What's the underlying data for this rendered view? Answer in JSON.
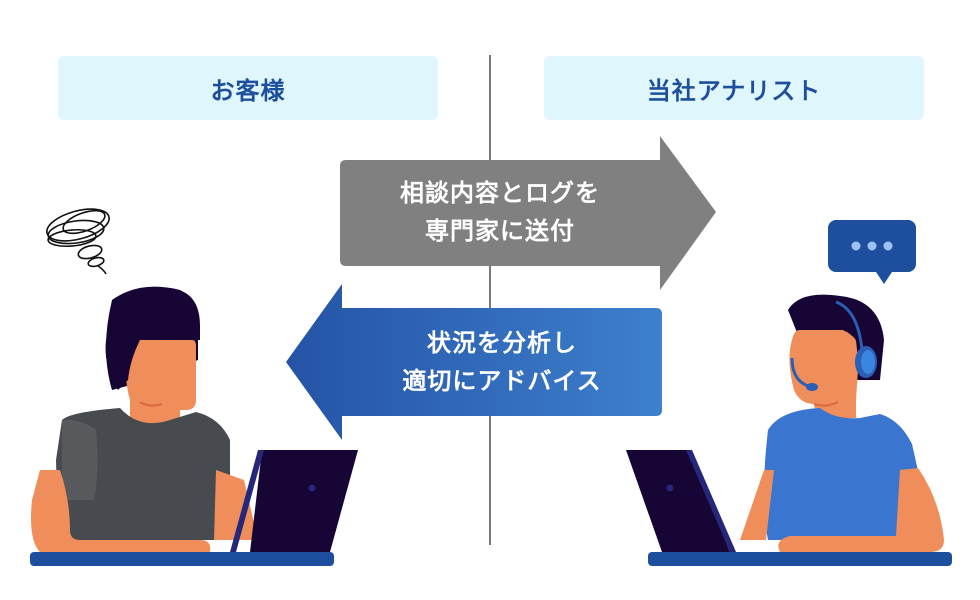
{
  "headers": {
    "left": "お客様",
    "right": "当社アナリスト"
  },
  "arrows": {
    "send": {
      "direction": "right",
      "line1": "相談内容とログを",
      "line2": "専門家に送付",
      "color": "#808080"
    },
    "advise": {
      "direction": "left",
      "line1": "状況を分析し",
      "line2": "適切にアドバイス",
      "color_start": "#2553a6",
      "color_end": "#3d80cc"
    }
  },
  "colors": {
    "header_bg": "#e0f6fd",
    "header_text": "#1d4f9c",
    "divider": "#7a7a7a",
    "skin": "#f08e5b",
    "hair": "#170535",
    "customer_shirt": "#474a4f",
    "analyst_shirt": "#3a75cf",
    "desk": "#1e4f9e",
    "laptop": "#170535",
    "speech_bubble": "#1e4f9e",
    "speech_dots": "#9cc2f4"
  },
  "icons": {
    "customer_thought": "scribble-confusion-icon",
    "analyst_bubble": "speech-bubble-ellipsis-icon"
  }
}
